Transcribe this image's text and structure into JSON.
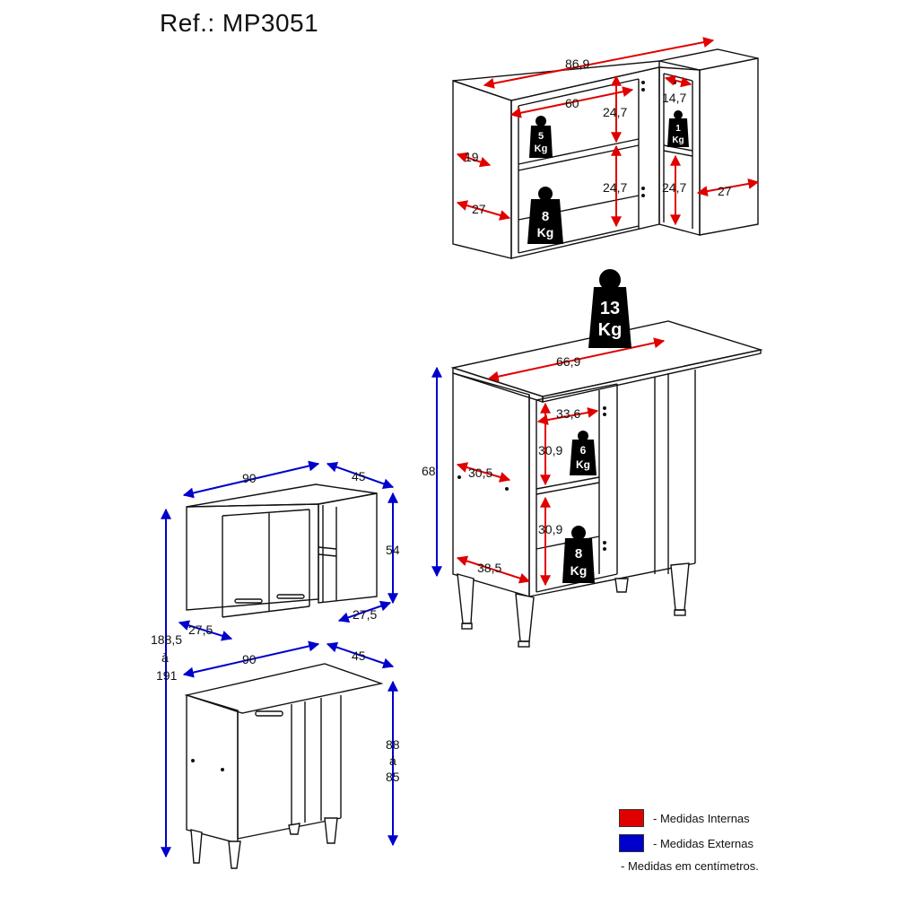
{
  "header": {
    "title": "Ref.: MP3051"
  },
  "colors": {
    "internal": "#e00000",
    "external": "#0000cc",
    "outline": "#111111"
  },
  "legend": {
    "internal_label": "- Medidas Internas",
    "external_label": "- Medidas Externas",
    "note": "- Medidas em centímetros."
  },
  "upper_cabinet": {
    "width": "86,9",
    "inner_width": "60",
    "depth_top": "19",
    "depth_bottom": "27",
    "shelf_height_top": "24,7",
    "shelf_height_bottom": "24,7",
    "corner_top_height": "14,7",
    "corner_bottom_height": "24,7",
    "corner_depth": "27",
    "weights": {
      "top_shelf": "5",
      "bottom_shelf": "8",
      "corner": "1",
      "unit": "Kg"
    }
  },
  "lower_cabinet": {
    "top_weight": "13",
    "top_width": "66,9",
    "height": "68",
    "depth_top": "30,5",
    "depth_bottom": "38,5",
    "inner_width": "33,6",
    "shelf_height_top": "30,9",
    "shelf_height_bottom": "30,9",
    "weights": {
      "top": "13",
      "upper_shelf": "6",
      "lower_shelf": "8",
      "unit": "Kg"
    }
  },
  "overview": {
    "upper_width": "90",
    "upper_side": "45",
    "upper_height": "54",
    "upper_depth_left": "27,5",
    "upper_depth_right": "27,5",
    "total_height_line1": "188,5",
    "total_height_line2": "à",
    "total_height_line3": "191",
    "lower_width": "90",
    "lower_side": "45",
    "lower_height_line1": "88",
    "lower_height_line2": "á",
    "lower_height_line3": "85"
  }
}
